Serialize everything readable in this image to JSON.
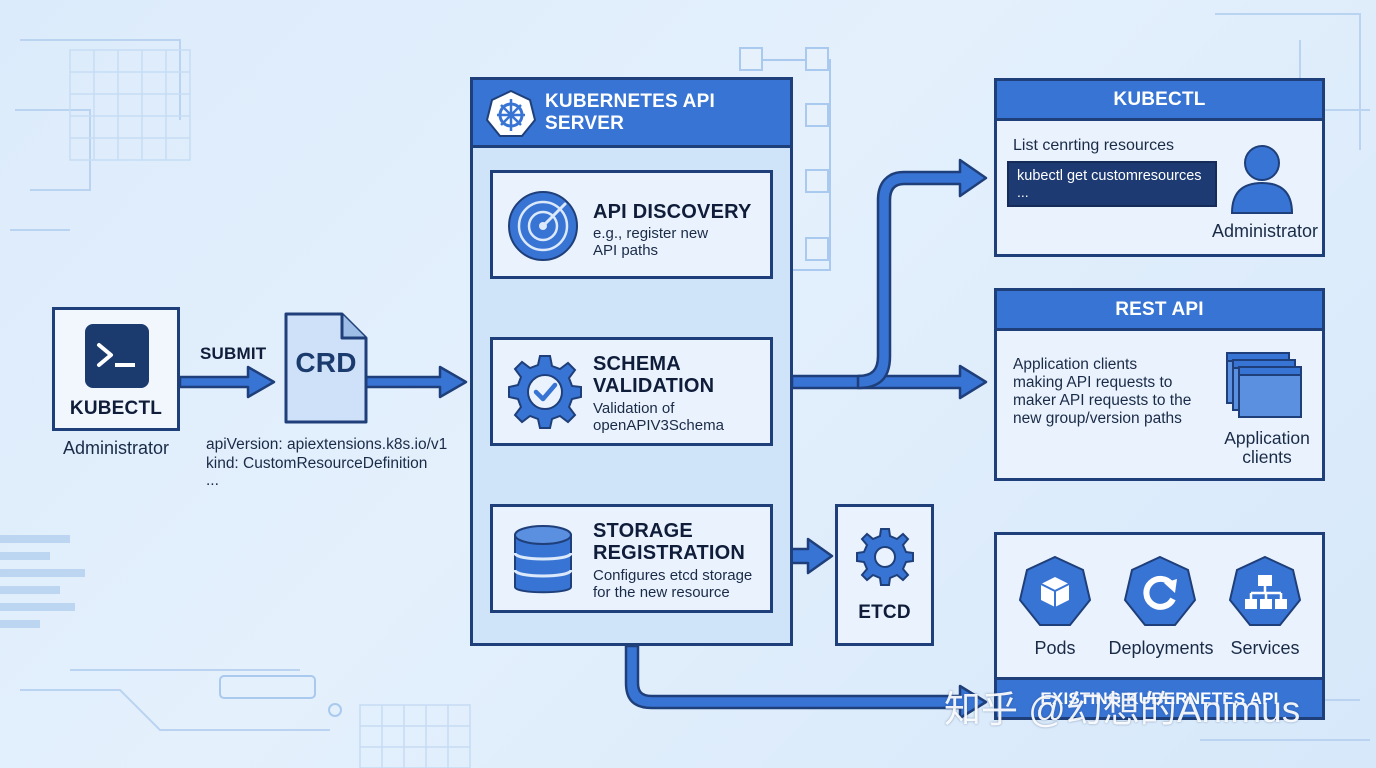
{
  "kubectl_left": {
    "label": "KUBECTL",
    "role": "Administrator"
  },
  "submit_label": "SUBMIT",
  "crd": {
    "label": "CRD",
    "manifest": [
      "apiVersion: apiextensions.k8s.io/v1",
      "kind: CustomResourceDefinition",
      "..."
    ]
  },
  "api_server": {
    "title": "KUBERNETES API SERVER",
    "stages": [
      {
        "title": "API DISCOVERY",
        "desc": [
          "e.g., register new",
          "API paths"
        ]
      },
      {
        "title": "SCHEMA\nVALIDATION",
        "desc": [
          "Validation of",
          "openAPIV3Schema"
        ]
      },
      {
        "title": "STORAGE\nREGISTRATION",
        "desc": [
          "Configures etcd storage",
          "for the new resource"
        ]
      }
    ]
  },
  "etcd": {
    "label": "ETCD"
  },
  "kubectl_right": {
    "title": "KUBECTL",
    "text": "List cenrting resources",
    "command": "kubectl get customresources",
    "command_more": "...",
    "role": "Administrator"
  },
  "rest_api": {
    "title": "REST API",
    "text": [
      "Application clients",
      "making API requests to",
      "maker API requests to the",
      "new group/version paths"
    ],
    "clients_label": [
      "Application",
      "clients"
    ]
  },
  "existing": {
    "items": [
      "Pods",
      "Deployments",
      "Services"
    ],
    "footer": "EXISTING KUBERNETES API"
  },
  "watermark": "知乎 @幻想的Animus",
  "colors": {
    "accent": "#3874d4",
    "border": "#1f3f7a",
    "panel": "#eaf3fd",
    "background": "#dcebfb",
    "dark": "#1d3b72"
  }
}
